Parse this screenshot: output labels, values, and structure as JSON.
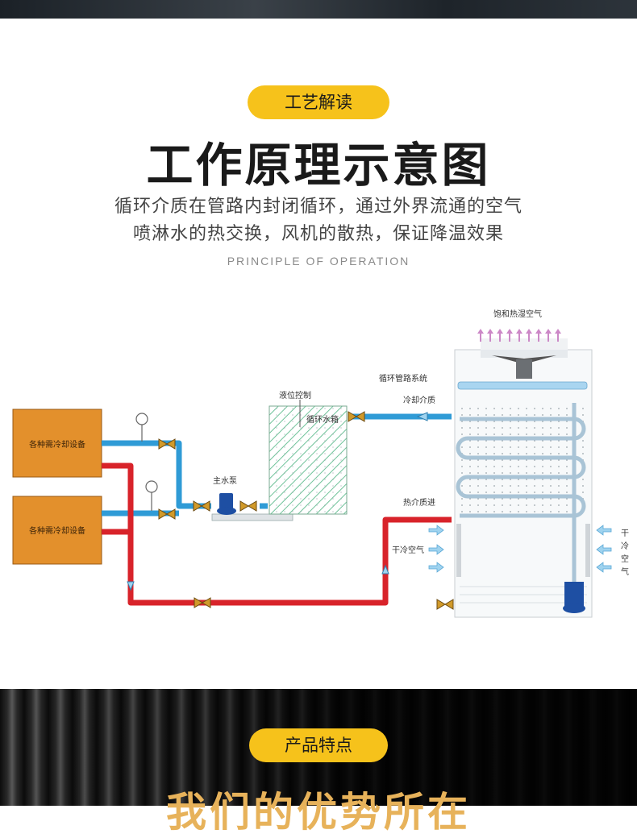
{
  "header": {
    "tag": "工艺解读",
    "title": "工作原理示意图",
    "desc_line1": "循环介质在管路内封闭循环，通过外界流通的空气",
    "desc_line2": "喷淋水的热交换，风机的散热，保证降温效果",
    "english": "PRINCIPLE OF OPERATION"
  },
  "diagram": {
    "equipment_1": "各种需冷却设备",
    "equipment_2": "各种需冷却设备",
    "main_pump": "主水泵",
    "level_control": "液位控制",
    "water_tank": "循环水箱",
    "circulation_system": "循环管路系统",
    "cooling_medium": "冷却介质",
    "hot_medium_in": "热介质进",
    "dry_cold_air_left": "干冷空气",
    "dry_cold_air_right": [
      "干",
      "冷",
      "空",
      "气"
    ],
    "saturated_air": "饱和热湿空气",
    "colors": {
      "hot_pipe": "#d8232a",
      "cold_pipe": "#2f9bd6",
      "equipment": "#e3902c",
      "accent": "#f6c21b"
    }
  },
  "section2": {
    "tag": "产品特点",
    "title": "我们的优势所在"
  }
}
